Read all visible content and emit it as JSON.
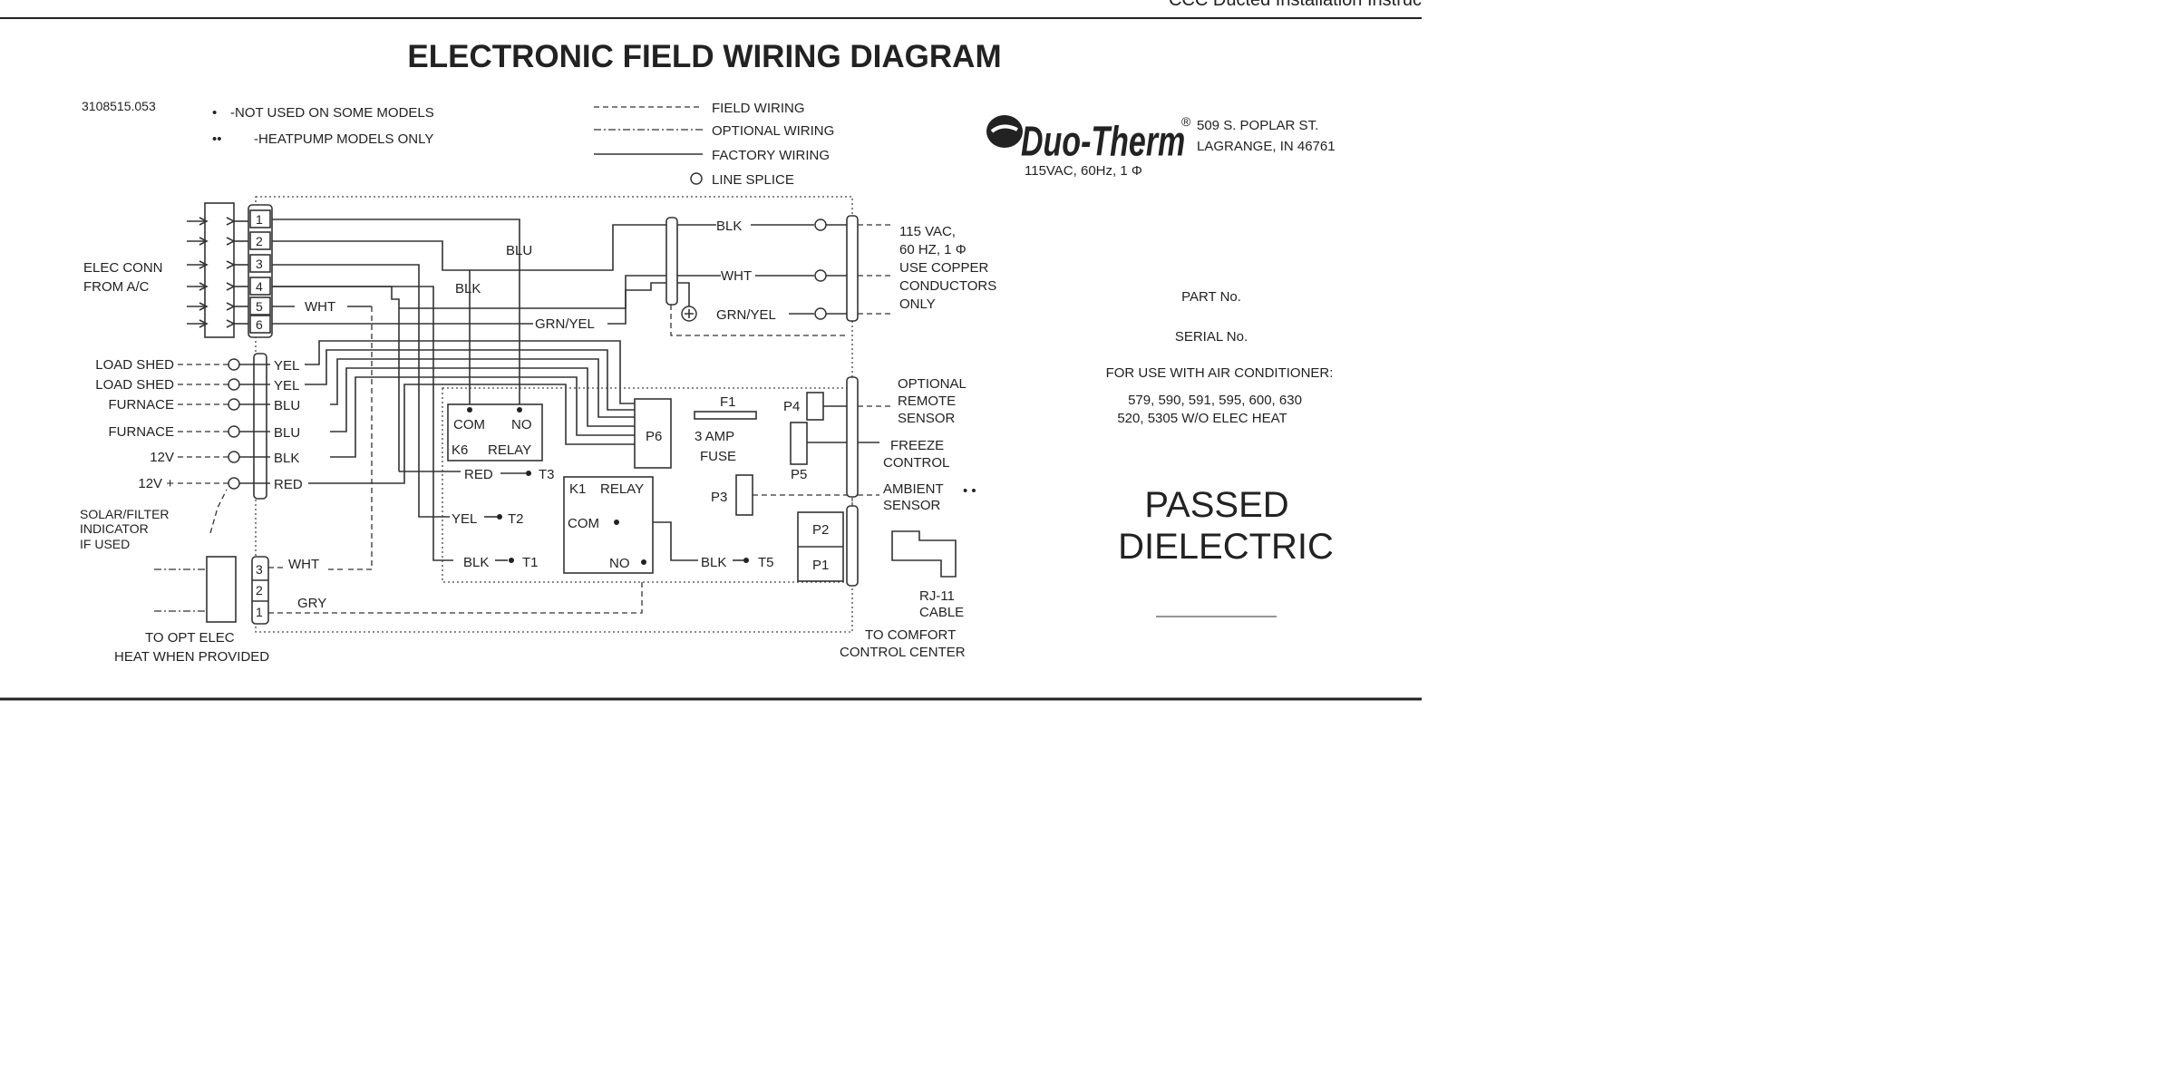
{
  "header_corner": "CCC Ducted Installation Instruc",
  "title": "ELECTRONIC FIELD WIRING DIAGRAM",
  "part_code": "3108515.053",
  "notes": {
    "single_mark": "•",
    "single_text": "-NOT USED ON SOME MODELS",
    "double_mark": "••",
    "double_text": "-HEATPUMP MODELS ONLY"
  },
  "legend": {
    "field": "FIELD WIRING",
    "optional": "OPTIONAL WIRING",
    "factory": "FACTORY WIRING",
    "splice": "LINE SPLICE"
  },
  "brand": {
    "logo": "Duo-Therm",
    "reg": "®",
    "address_1": "509 S. POPLAR ST.",
    "address_2": "LAGRANGE, IN 46761",
    "power": "115VAC, 60Hz, 1 Φ"
  },
  "elec_conn": {
    "line1": "ELEC CONN",
    "line2": "FROM A/C"
  },
  "terminals": [
    "1",
    "2",
    "3",
    "4",
    "5",
    "6"
  ],
  "field_inputs": [
    "LOAD SHED",
    "LOAD SHED",
    "FURNACE",
    "FURNACE",
    "12V",
    "12V +"
  ],
  "field_colors": [
    "YEL",
    "YEL",
    "BLU",
    "BLU",
    "BLK",
    "RED"
  ],
  "solar": {
    "line1": "SOLAR/FILTER",
    "line2": "INDICATOR",
    "line3": "IF USED"
  },
  "wires": {
    "blu": "BLU",
    "blk": "BLK",
    "wht": "WHT",
    "grnyel": "GRN/YEL",
    "red": "RED",
    "yel": "YEL",
    "gry": "GRY"
  },
  "power_labels": {
    "blk": "BLK",
    "wht": "WHT",
    "grnyel": "GRN/YEL"
  },
  "power_note": [
    "115 VAC,",
    "60 HZ, 1 Φ",
    "USE COPPER",
    "CONDUCTORS",
    "ONLY"
  ],
  "k6": {
    "com": "COM",
    "no": "NO",
    "name": "K6",
    "relay": "RELAY"
  },
  "k1": {
    "name": "K1",
    "relay": "RELAY",
    "com": "COM",
    "no": "NO"
  },
  "terminals_t": {
    "t3": "T3",
    "t2": "T2",
    "t1": "T1",
    "t5": "T5"
  },
  "p6": "P6",
  "fuse": {
    "name": "F1",
    "line1": "3 AMP",
    "line2": "FUSE"
  },
  "plugs": {
    "p4": "P4",
    "p5": "P5",
    "p3": "P3",
    "p2": "P2",
    "p1": "P1"
  },
  "sensors": {
    "optional": [
      "OPTIONAL",
      "REMOTE",
      "SENSOR"
    ],
    "freeze": [
      "FREEZE",
      "CONTROL"
    ],
    "ambient": [
      "AMBIENT",
      "SENSOR"
    ],
    "ambient_mark": "• •"
  },
  "rj11": [
    "RJ-11",
    "CABLE"
  ],
  "comfort": [
    "TO COMFORT",
    "CONTROL CENTER"
  ],
  "elec_heat": {
    "terminals": [
      "3",
      "2",
      "1"
    ],
    "line1": "TO OPT ELEC",
    "line2": "HEAT WHEN PROVIDED"
  },
  "info": {
    "part_no": "PART No.",
    "serial_no": "SERIAL No.",
    "for_use": "FOR USE WITH AIR CONDITIONER:",
    "models_1": "579, 590, 591, 595, 600, 630",
    "models_2": "520, 5305 W/O ELEC HEAT"
  },
  "passed": {
    "line1": "PASSED",
    "line2": "DIELECTRIC"
  }
}
